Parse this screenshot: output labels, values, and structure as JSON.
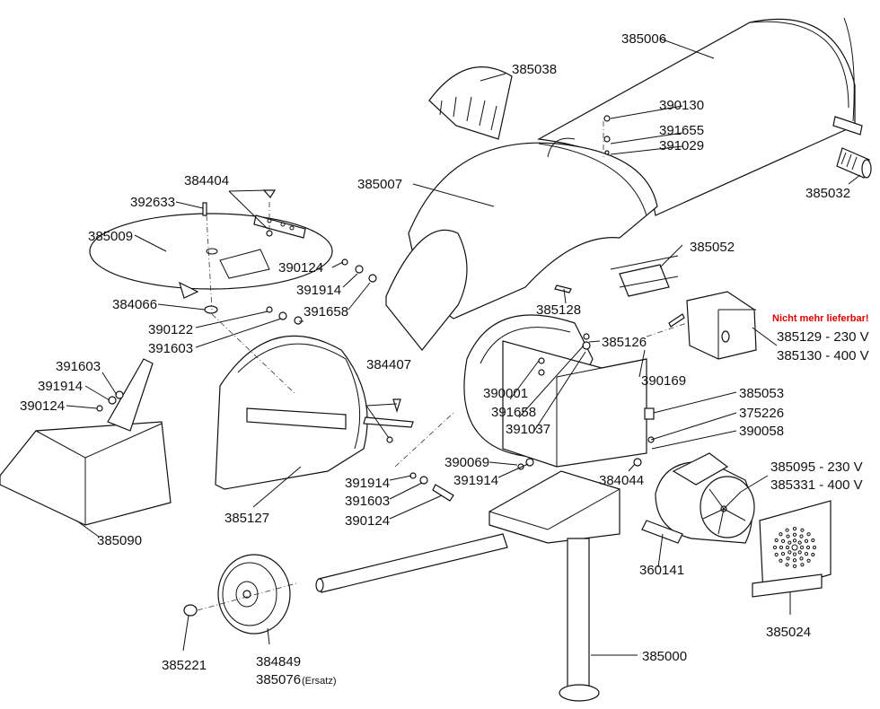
{
  "diagram": {
    "type": "exploded-parts-view",
    "labels": {
      "p385006": "385006",
      "p385038": "385038",
      "p390130": "390130",
      "p391655": "391655",
      "p391029": "391029",
      "p385007": "385007",
      "p385032": "385032",
      "p384404": "384404",
      "p392633": "392633",
      "p385009": "385009",
      "p390124a": "390124",
      "p391914a": "391914",
      "p391658a": "391658",
      "p384066": "384066",
      "p390122": "390122",
      "p391603a": "391603",
      "p385052": "385052",
      "p385128": "385128",
      "p385126": "385126",
      "p385129": "385129 - 230 V",
      "p385130": "385130 - 400 V",
      "note_unavailable": "Nicht mehr lieferbar!",
      "p391603b": "391603",
      "p391914b": "391914",
      "p390124b": "390124",
      "p384407": "384407",
      "p390001": "390001",
      "p391658b": "391658",
      "p391037": "391037",
      "p390169": "390169",
      "p385053": "385053",
      "p375226": "375226",
      "p390058": "390058",
      "p390069": "390069",
      "p391914c": "391914",
      "p384044": "384044",
      "p385095": "385095 - 230 V",
      "p385331": "385331 - 400 V",
      "p385127": "385127",
      "p391914d": "391914",
      "p391603c": "391603",
      "p390124c": "390124",
      "p385090": "385090",
      "p360141": "360141",
      "p385024": "385024",
      "p385221": "385221",
      "p384849": "384849",
      "p385076": "385076",
      "p385076_note": "(Ersatz)",
      "p385000": "385000"
    }
  }
}
